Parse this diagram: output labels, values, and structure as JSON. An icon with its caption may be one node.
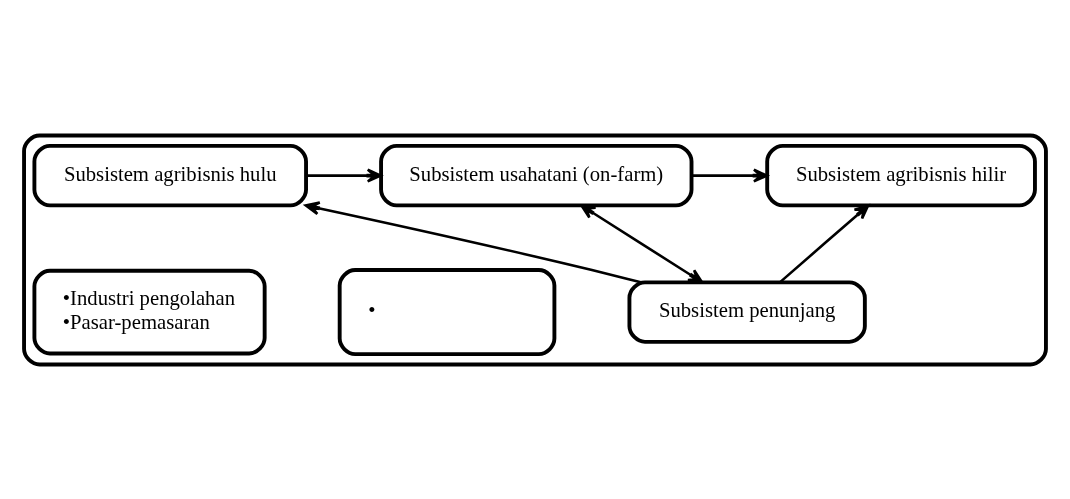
{
  "diagram": {
    "nodes": [
      {
        "text": [],
        "shape": "box"
      },
      {
        "text": [
          "Subsistem agribisnis hulu"
        ],
        "in": 0
      },
      {
        "text": [
          "Subsistem usahatani (on-farm)"
        ],
        "in": 0
      },
      {
        "text": [
          "Subsistem agribisnis hilir"
        ],
        "in": 0
      },
      {
        "text": [
          "Subsistem penunjang"
        ],
        "in": 0
      },
      {
        "text": [
          "•Industri pengolahan",
          "•Pasar-pemasaran"
        ],
        "in": 0
      },
      {
        "text": [
          "•"
        ],
        "in": 0
      }
    ],
    "edges": [
      {
        "from": 1,
        "to": 2,
        "arrow": "to"
      },
      {
        "from": 2,
        "to": 3,
        "arrow": "to"
      },
      {
        "from": 4,
        "to": 1,
        "arrow": "to"
      },
      {
        "from": 4,
        "to": 3,
        "arrow": "to"
      },
      {
        "from": 2,
        "to": 4,
        "arrow": "both"
      }
    ]
  }
}
